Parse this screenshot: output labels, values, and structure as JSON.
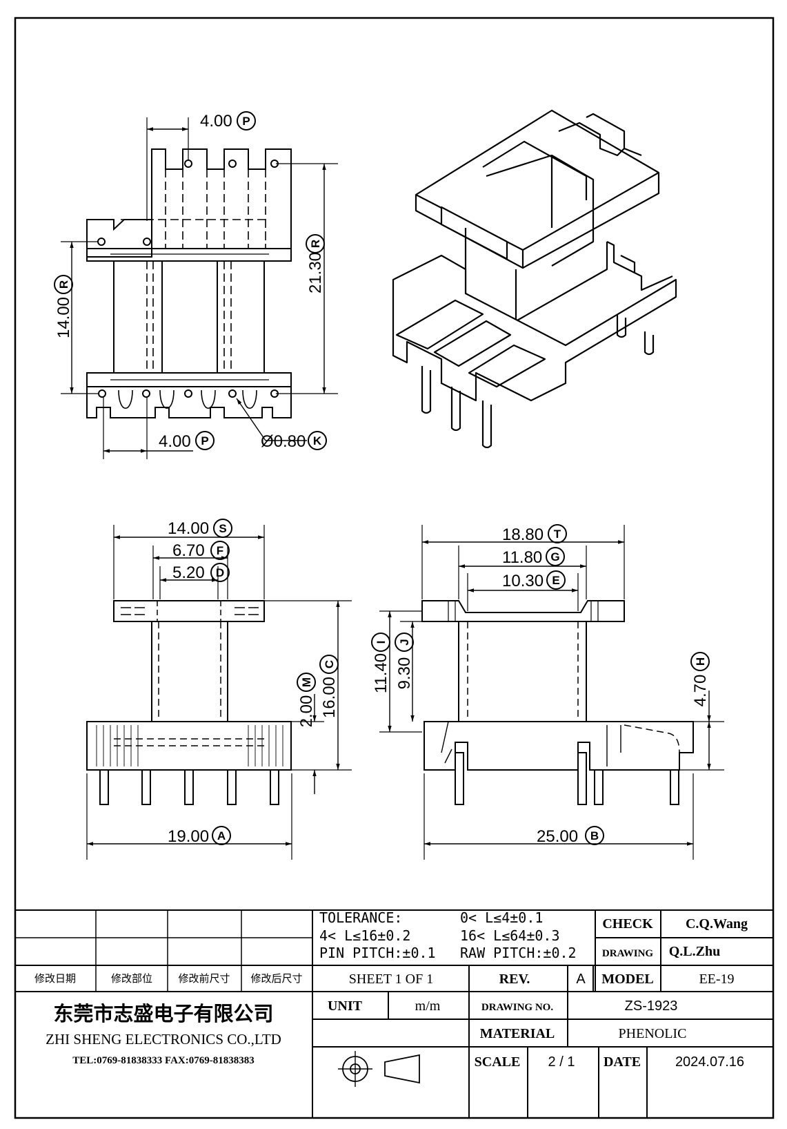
{
  "views": {
    "top_view": {
      "dims": [
        {
          "label": "4.00",
          "ref": "P"
        },
        {
          "label": "21.30",
          "ref": "R"
        },
        {
          "label": "14.00",
          "ref": "R"
        },
        {
          "label": "4.00",
          "ref": "P"
        },
        {
          "label": "Ø0.80",
          "ref": "K"
        }
      ]
    },
    "front_view": {
      "dims": [
        {
          "label": "14.00",
          "ref": "S"
        },
        {
          "label": "6.70",
          "ref": "F"
        },
        {
          "label": "5.20",
          "ref": "D"
        },
        {
          "label": "16.00",
          "ref": "C"
        },
        {
          "label": "2.00",
          "ref": "M"
        },
        {
          "label": "19.00",
          "ref": "A"
        }
      ]
    },
    "side_view": {
      "dims": [
        {
          "label": "18.80",
          "ref": "T"
        },
        {
          "label": "11.80",
          "ref": "G"
        },
        {
          "label": "10.30",
          "ref": "E"
        },
        {
          "label": "11.40",
          "ref": "I"
        },
        {
          "label": "9.30",
          "ref": "J"
        },
        {
          "label": "4.70",
          "ref": "H"
        },
        {
          "label": "25.00",
          "ref": "B"
        }
      ]
    }
  },
  "title_block": {
    "tolerance": {
      "title": "TOLERANCE:",
      "lines": [
        "0< L≤4±0.1",
        "4< L≤16±0.2",
        "16< L≤64±0.3",
        "PIN PITCH:±0.1",
        "RAW PITCH:±0.2"
      ]
    },
    "revision_headers": [
      "修改日期",
      "修改部位",
      "修改前尺寸",
      "修改后尺寸"
    ],
    "check_label": "CHECK",
    "check_value": "C.Q.Wang",
    "drawing_label": "DRAWING",
    "drawing_value": "Q.L.Zhu",
    "sheet": "SHEET 1 OF 1",
    "rev_label": "REV.",
    "rev_value": "A",
    "model_label": "MODEL",
    "model_value": "EE-19",
    "unit_label": "UNIT",
    "unit_value": "m/m",
    "drawing_no_label": "DRAWING NO.",
    "drawing_no_value": "ZS-1923",
    "material_label": "MATERIAL",
    "material_value": "PHENOLIC",
    "scale_label": "SCALE",
    "scale_value": "2 / 1",
    "date_label": "DATE",
    "date_value": "2024.07.16",
    "company_cn": "东莞市志盛电子有限公司",
    "company_en": "ZHI SHENG ELECTRONICS CO.,LTD",
    "contact": "TEL:0769-81838333 FAX:0769-81838383"
  }
}
